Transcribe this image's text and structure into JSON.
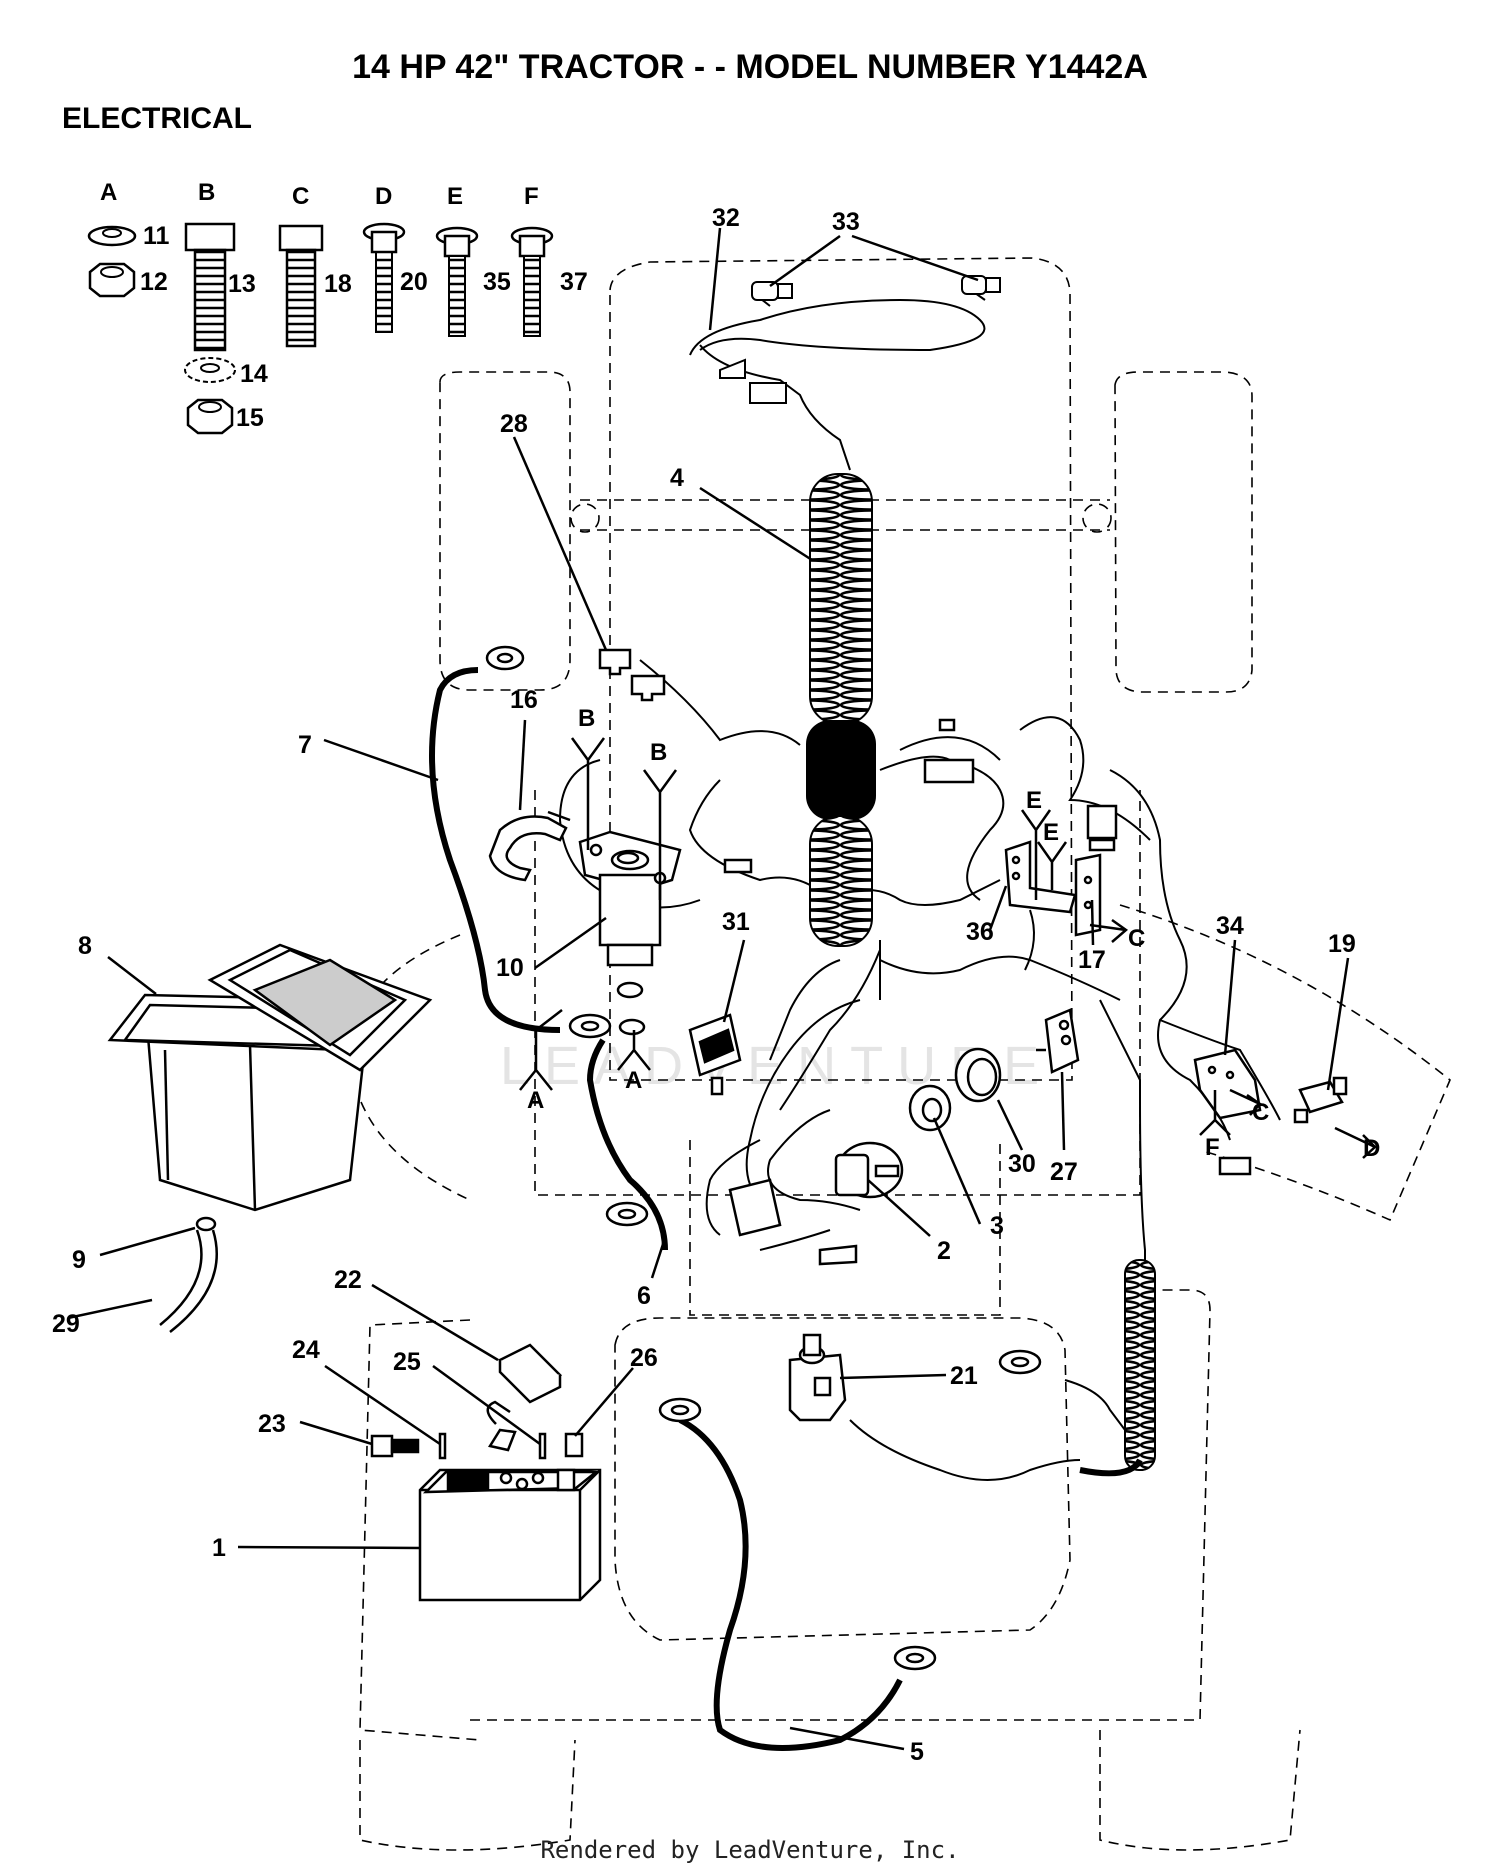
{
  "title": "14 HP 42\" TRACTOR - - MODEL NUMBER Y1442A",
  "section": "ELECTRICAL",
  "footer": "Rendered by LeadVenture, Inc.",
  "watermark": "LEADVENTURE",
  "hardware_letters": [
    "A",
    "B",
    "C",
    "D",
    "E",
    "F"
  ],
  "hardware_numbers": [
    "11",
    "12",
    "13",
    "14",
    "15",
    "18",
    "20",
    "35",
    "37"
  ],
  "callouts": [
    "1",
    "2",
    "3",
    "4",
    "5",
    "6",
    "7",
    "8",
    "9",
    "10",
    "16",
    "17",
    "19",
    "21",
    "22",
    "23",
    "24",
    "25",
    "26",
    "27",
    "28",
    "29",
    "30",
    "31",
    "32",
    "33",
    "34",
    "36"
  ],
  "mount_letters": [
    "B",
    "B",
    "A",
    "A",
    "E",
    "E",
    "C",
    "C",
    "F",
    "D"
  ]
}
